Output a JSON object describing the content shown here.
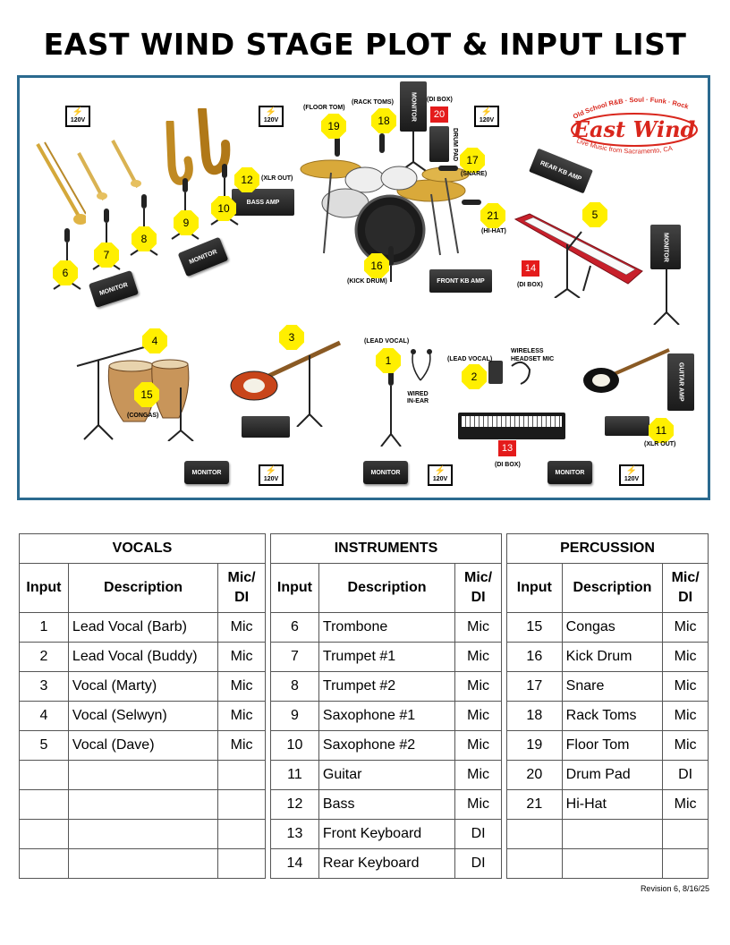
{
  "title": "EAST WIND STAGE PLOT & INPUT LIST",
  "logo": {
    "top_text": "Old School R&B · Soul · Funk · Rock",
    "brand": "East Wind",
    "bottom_text": "Live Music from Sacramento, CA"
  },
  "stage": {
    "power_label": "120V",
    "monitor_label": "MONITOR",
    "bass_amp_label": "BASS AMP",
    "front_kb_amp_label": "FRONT KB AMP",
    "rear_kb_amp_label": "REAR KB AMP",
    "guitar_amp_label": "GUITAR AMP",
    "drum_pad_label": "DRUM PAD",
    "markers": {
      "m1": "1",
      "m2": "2",
      "m3": "3",
      "m4": "4",
      "m5": "5",
      "m6": "6",
      "m7": "7",
      "m8": "8",
      "m9": "9",
      "m10": "10",
      "m11": "11",
      "m12": "12",
      "m15": "15",
      "m16": "16",
      "m17": "17",
      "m18": "18",
      "m19": "19",
      "m21": "21"
    },
    "di_markers": {
      "m13": "13",
      "m14": "14",
      "m20": "20"
    },
    "labels": {
      "floor_tom": "(FLOOR TOM)",
      "rack_toms": "(RACK TOMS)",
      "di_box": "(DI BOX)",
      "snare": "(SNARE)",
      "hi_hat": "(HI-HAT)",
      "kick_drum": "(KICK DRUM)",
      "xlr_out": "(XLR OUT)",
      "congas": "(CONGAS)",
      "lead_vocal": "(LEAD VOCAL)",
      "wired_in_ear": "WIRED IN-EAR",
      "wireless_headset": "WIRELESS HEADSET MIC"
    }
  },
  "tables": {
    "vocals": {
      "title": "VOCALS",
      "headers": [
        "Input",
        "Description",
        "Mic/ DI"
      ],
      "rows": [
        [
          "1",
          "Lead Vocal (Barb)",
          "Mic"
        ],
        [
          "2",
          "Lead Vocal (Buddy)",
          "Mic"
        ],
        [
          "3",
          "Vocal (Marty)",
          "Mic"
        ],
        [
          "4",
          "Vocal (Selwyn)",
          "Mic"
        ],
        [
          "5",
          "Vocal (Dave)",
          "Mic"
        ],
        [
          "",
          "",
          ""
        ],
        [
          "",
          "",
          ""
        ],
        [
          "",
          "",
          ""
        ],
        [
          "",
          "",
          ""
        ]
      ]
    },
    "instruments": {
      "title": "INSTRUMENTS",
      "headers": [
        "Input",
        "Description",
        "Mic/ DI"
      ],
      "rows": [
        [
          "6",
          "Trombone",
          "Mic"
        ],
        [
          "7",
          "Trumpet #1",
          "Mic"
        ],
        [
          "8",
          "Trumpet #2",
          "Mic"
        ],
        [
          "9",
          "Saxophone #1",
          "Mic"
        ],
        [
          "10",
          "Saxophone #2",
          "Mic"
        ],
        [
          "11",
          "Guitar",
          "Mic"
        ],
        [
          "12",
          "Bass",
          "Mic"
        ],
        [
          "13",
          "Front Keyboard",
          "DI"
        ],
        [
          "14",
          "Rear Keyboard",
          "DI"
        ]
      ]
    },
    "percussion": {
      "title": "PERCUSSION",
      "headers": [
        "Input",
        "Description",
        "Mic/ DI"
      ],
      "rows": [
        [
          "15",
          "Congas",
          "Mic"
        ],
        [
          "16",
          "Kick Drum",
          "Mic"
        ],
        [
          "17",
          "Snare",
          "Mic"
        ],
        [
          "18",
          "Rack Toms",
          "Mic"
        ],
        [
          "19",
          "Floor Tom",
          "Mic"
        ],
        [
          "20",
          "Drum Pad",
          "DI"
        ],
        [
          "21",
          "Hi-Hat",
          "Mic"
        ],
        [
          "",
          "",
          ""
        ],
        [
          "",
          "",
          ""
        ]
      ]
    }
  },
  "revision": "Revision 6, 8/16/25",
  "colors": {
    "marker": "#ffef00",
    "di_marker": "#e41b1b",
    "frame": "#2b6a8f",
    "logo_red": "#d9261c"
  }
}
